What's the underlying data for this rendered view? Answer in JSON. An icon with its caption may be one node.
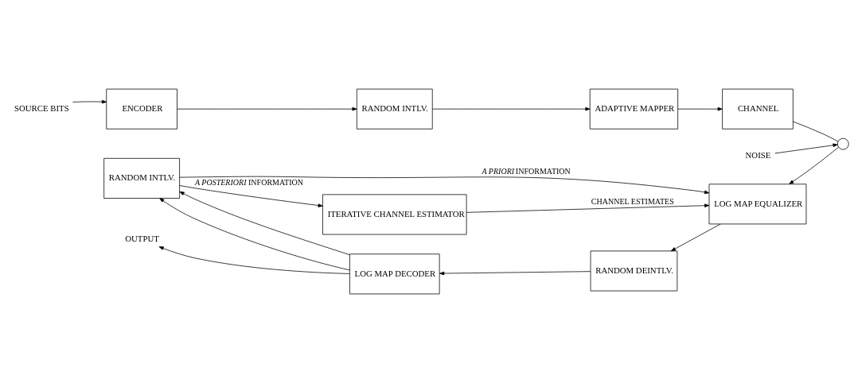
{
  "diagram": {
    "nodes": [
      {
        "text": [
          "SOURCE BITS"
        ]
      },
      {
        "text": [
          "ENCODER"
        ]
      },
      {
        "text": [
          "RANDOM INTLV."
        ]
      },
      {
        "text": [
          "ADAPTIVE MAPPER"
        ]
      },
      {
        "text": [
          "CHANNEL"
        ]
      },
      {
        "text": [
          "NOISE"
        ]
      },
      {
        "text": [],
        "shape": "circle"
      },
      {
        "text": [
          "OUTPUT"
        ]
      },
      {
        "text": [
          "RANDOM INTLV."
        ]
      },
      {
        "text": [
          "LOG MAP DECODER"
        ]
      },
      {
        "text": [
          "RANDOM DEINTLV."
        ]
      },
      {
        "text": [
          "LOG MAP EQUALIZER"
        ]
      },
      {
        "text": [
          "ITERATIVE CHANNEL ESTIMATOR"
        ]
      }
    ],
    "edges": [
      {
        "from": 0,
        "to": 1,
        "arrow": "to"
      },
      {
        "from": 1,
        "to": 2,
        "arrow": "to"
      },
      {
        "from": 2,
        "to": 3,
        "arrow": "to"
      },
      {
        "from": 3,
        "to": 4,
        "arrow": "to"
      },
      {
        "from": 4,
        "to": 6,
        "arrow": "none"
      },
      {
        "from": 5,
        "to": 6,
        "arrow": "to"
      },
      {
        "from": 6,
        "to": 11,
        "arrow": "to"
      },
      {
        "from": 11,
        "to": 10,
        "arrow": "to"
      },
      {
        "from": 10,
        "to": 9,
        "arrow": "to"
      },
      {
        "from": 9,
        "to": 8,
        "arrow": "to"
      },
      {
        "from": 9,
        "to": 8,
        "arrow": "to"
      },
      {
        "from": 9,
        "to": 7,
        "arrow": "to"
      },
      {
        "from": 8,
        "to": 12,
        "arrow": "to",
        "label": "*A POSTERIORI* INFORMATION"
      },
      {
        "from": 12,
        "to": 11,
        "arrow": "to",
        "label": "CHANNEL ESTIMATES"
      },
      {
        "from": 8,
        "to": 11,
        "arrow": "to",
        "label": "*A PRIORI* INFORMATION"
      }
    ]
  }
}
